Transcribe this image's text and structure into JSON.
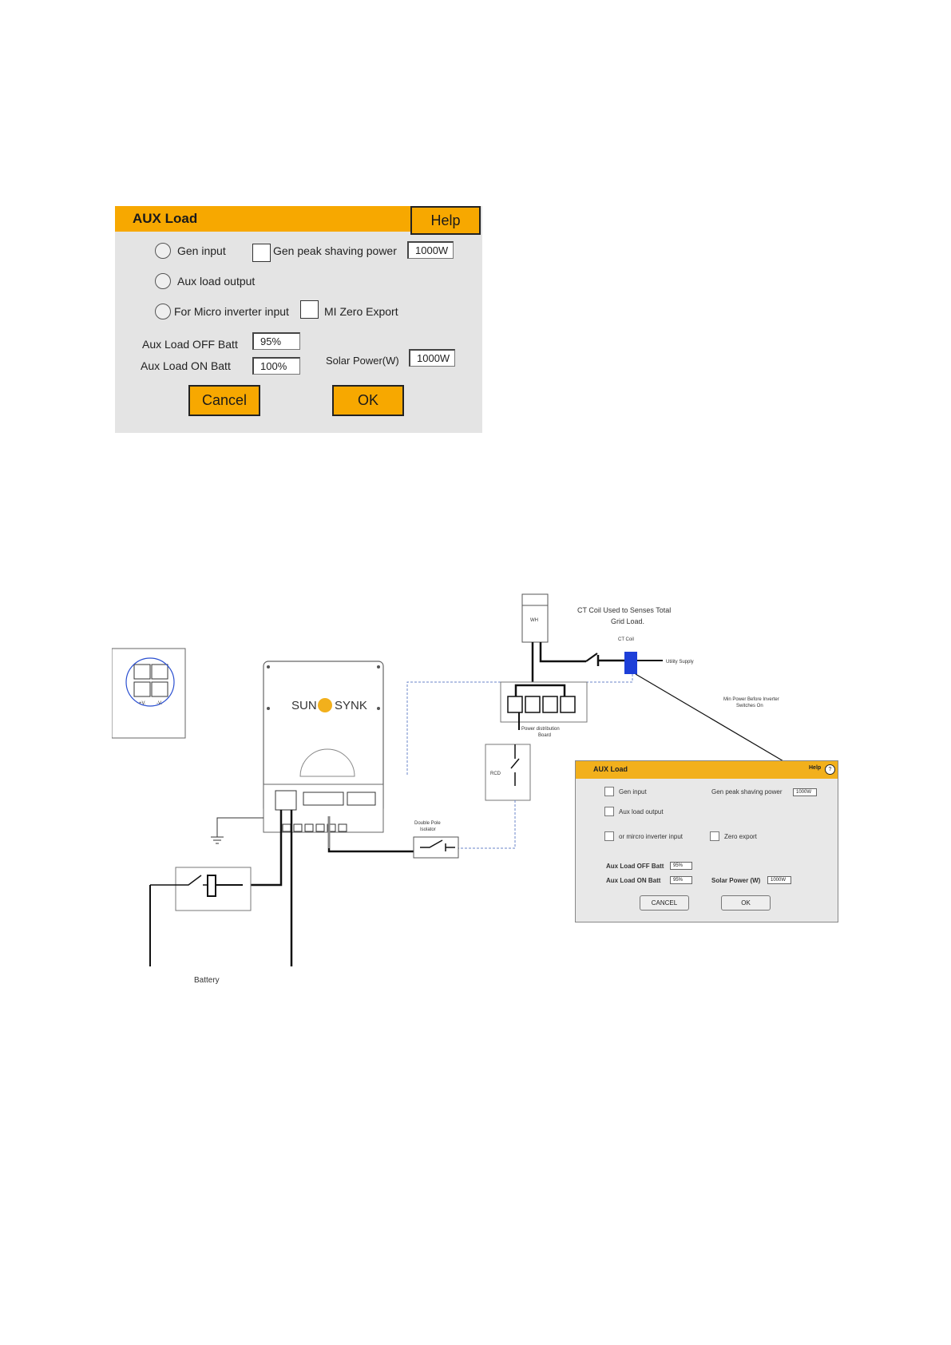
{
  "panel": {
    "title": "AUX Load",
    "help_label": "Help",
    "gen_input_label": "Gen input",
    "gen_peak_label": "Gen peak shaving power",
    "gen_peak_value": "1000W",
    "aux_load_output_label": "Aux load output",
    "micro_inverter_label": "For Micro inverter input",
    "mi_zero_export_label": "MI Zero Export",
    "aux_off_label": "Aux Load OFF Batt",
    "aux_off_value": "95%",
    "aux_on_label": "Aux Load ON Batt",
    "aux_on_value": "100%",
    "solar_power_label": "Solar Power(W)",
    "solar_power_value": "1000W",
    "cancel_label": "Cancel",
    "ok_label": "OK",
    "accent_color": "#f7a800"
  },
  "diagram": {
    "wh_label": "WH",
    "ct_note": "CT Coil Used to Senses Total",
    "ct_note2": "Grid Load.",
    "ct_coil_label": "CT Coil",
    "utility_label": "Utility Supply",
    "min_power_note": "Min Power Before Inverter",
    "min_power_note2": "Switches On",
    "brand_left": "SUN",
    "brand_right": "SYNK",
    "pdb_label": "Power distribution",
    "pdb_label2": "Board",
    "rcd_label": "RCD",
    "isolator_label": "Double Pole",
    "isolator_label2": "Isolator",
    "battery_label": "Battery",
    "plus_v": "+V.",
    "minus_v": "-V."
  },
  "mini_panel": {
    "title": "AUX Load",
    "help_label": "Help",
    "gen_input_label": "Gen input",
    "gen_peak_label": "Gen peak shaving power",
    "gen_peak_value": "1000W",
    "aux_load_output_label": "Aux load output",
    "micro_inverter_label": "or mircro inverter input",
    "zero_export_label": "Zero export",
    "aux_off_label": "Aux Load OFF Batt",
    "aux_off_value": "95%",
    "aux_on_label": "Aux Load ON Batt",
    "aux_on_value": "95%",
    "solar_power_label": "Solar Power (W)",
    "solar_power_value": "1000W",
    "cancel_label": "CANCEL",
    "ok_label": "OK"
  }
}
